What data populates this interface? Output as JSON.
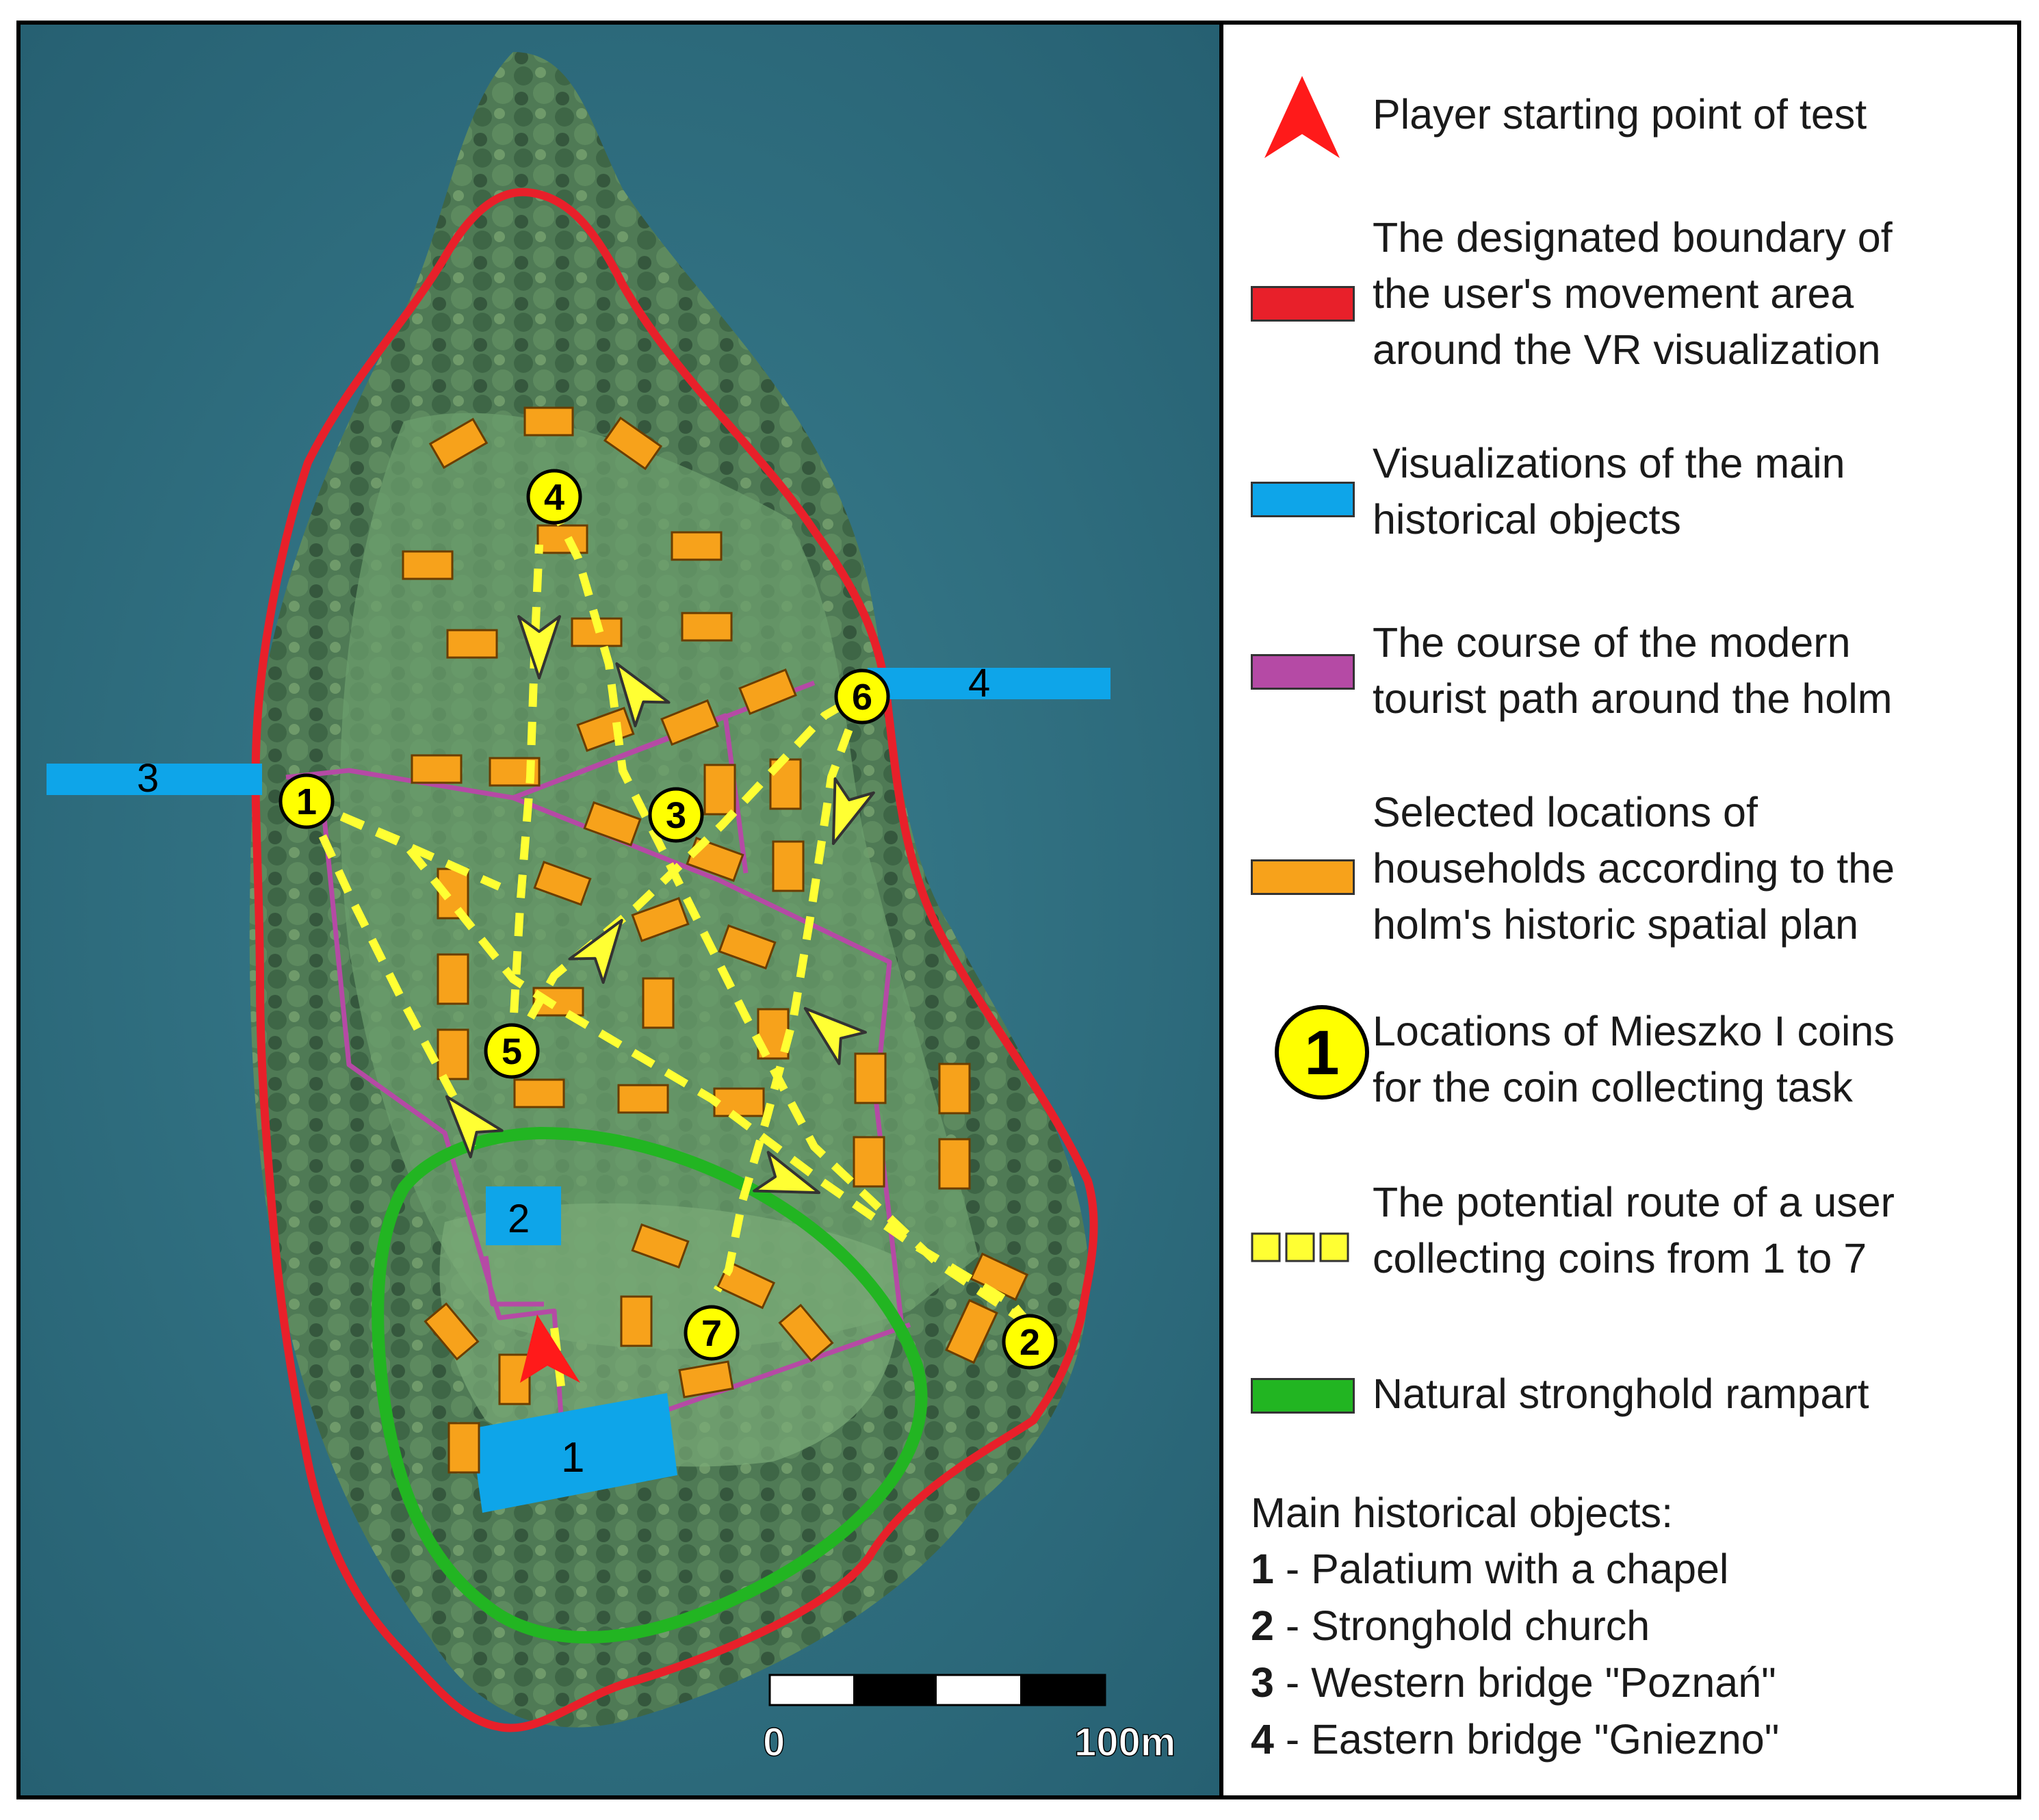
{
  "legend": {
    "start": "Player starting point of test",
    "boundary": "The designated boundary of\nthe user's movement area\naround the VR visualization",
    "visualizations": "Visualizations of the main\nhistorical objects",
    "path": "The course of the modern\ntourist path around the holm",
    "households": "Selected locations of\nhouseholds according to the\nholm's historic spatial plan",
    "coins": "Locations of Mieszko I coins\nfor the coin collecting task",
    "coin_symbol": "1",
    "route": "The potential route of a user\ncollecting coins from 1 to 7",
    "rampart": "Natural stronghold rampart"
  },
  "objects": {
    "title": "Main historical objects:",
    "items": [
      {
        "num": "1",
        "text": " - Palatium with a chapel"
      },
      {
        "num": "2",
        "text": " - Stronghold church"
      },
      {
        "num": "3",
        "text": " - Western bridge \"Poznań\""
      },
      {
        "num": "4",
        "text": " - Eastern bridge \"Gniezno\""
      }
    ]
  },
  "map": {
    "object_labels": [
      "1",
      "2",
      "3",
      "4"
    ],
    "coin_labels": [
      "1",
      "2",
      "3",
      "4",
      "5",
      "6",
      "7"
    ],
    "scale": {
      "start": "0",
      "end": "100m"
    }
  },
  "colors": {
    "boundary": "#e8202a",
    "visualization": "#0ea5e9",
    "path": "#b54aa5",
    "household": "#f7a21b",
    "coin": "#ffff00",
    "route": "#ffff33",
    "rampart": "#22b522",
    "start_marker": "#ff1a1a",
    "water": "#2e6f80"
  }
}
